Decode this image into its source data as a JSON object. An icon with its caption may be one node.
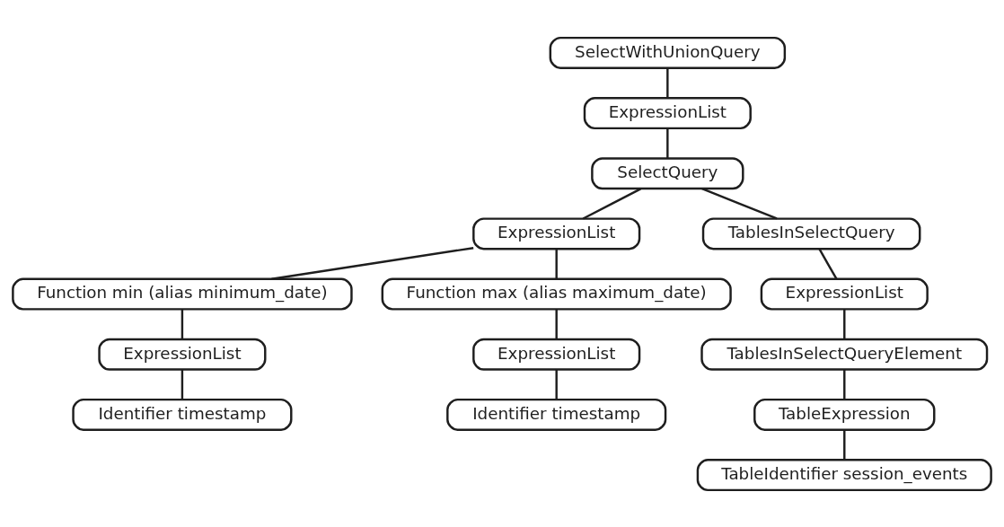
{
  "diagram": {
    "nodes": [
      {
        "text": [
          "SelectWithUnionQuery"
        ]
      },
      {
        "text": [
          "ExpressionList"
        ]
      },
      {
        "text": [
          "SelectQuery"
        ]
      },
      {
        "text": [
          "ExpressionList"
        ]
      },
      {
        "text": [
          "TablesInSelectQuery"
        ]
      },
      {
        "text": [
          "Function min (alias minimum_date)"
        ]
      },
      {
        "text": [
          "Function max (alias maximum_date)"
        ]
      },
      {
        "text": [
          "ExpressionList"
        ]
      },
      {
        "text": [
          "ExpressionList"
        ]
      },
      {
        "text": [
          "Identifier timestamp"
        ]
      },
      {
        "text": [
          "Identifier timestamp"
        ]
      },
      {
        "text": [
          "ExpressionList"
        ]
      },
      {
        "text": [
          "TablesInSelectQueryElement"
        ]
      },
      {
        "text": [
          "TableExpression"
        ]
      },
      {
        "text": [
          "TableIdentifier session_events"
        ]
      }
    ],
    "edges": [
      {
        "from": 0,
        "to": 1,
        "arrow": "none"
      },
      {
        "from": 1,
        "to": 2,
        "arrow": "none"
      },
      {
        "from": 2,
        "to": 3,
        "arrow": "none"
      },
      {
        "from": 2,
        "to": 4,
        "arrow": "none"
      },
      {
        "from": 3,
        "to": 5,
        "arrow": "none"
      },
      {
        "from": 3,
        "to": 6,
        "arrow": "none"
      },
      {
        "from": 5,
        "to": 7,
        "arrow": "none"
      },
      {
        "from": 6,
        "to": 8,
        "arrow": "none"
      },
      {
        "from": 7,
        "to": 9,
        "arrow": "none"
      },
      {
        "from": 8,
        "to": 10,
        "arrow": "none"
      },
      {
        "from": 4,
        "to": 11,
        "arrow": "none"
      },
      {
        "from": 11,
        "to": 12,
        "arrow": "none"
      },
      {
        "from": 12,
        "to": 13,
        "arrow": "none"
      },
      {
        "from": 13,
        "to": 14,
        "arrow": "none"
      }
    ]
  }
}
